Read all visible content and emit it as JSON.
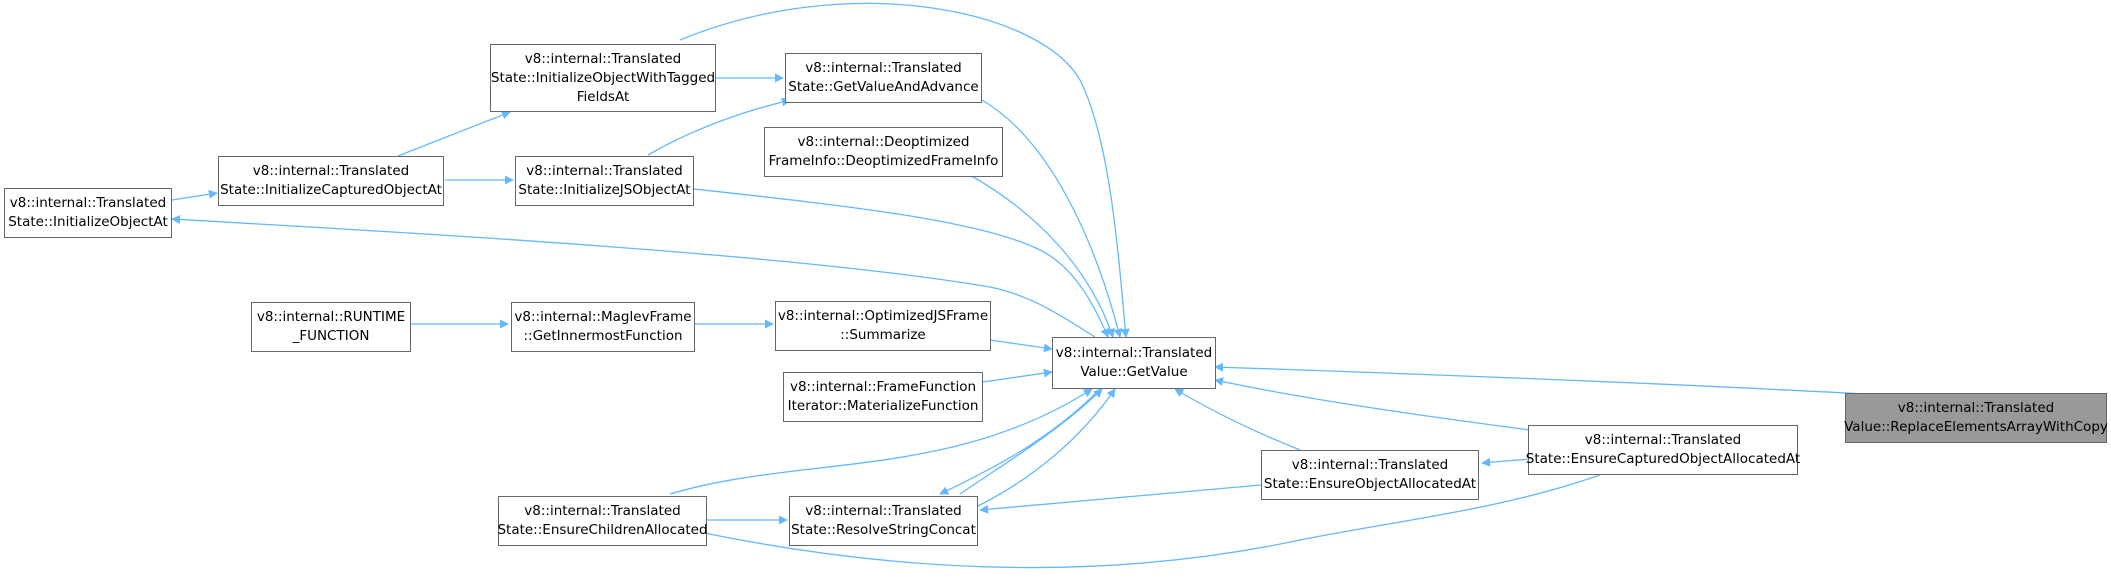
{
  "colors": {
    "edge": "#63b8ff",
    "node_border": "#666666",
    "current_fill": "#999999"
  },
  "nodes": {
    "replace": {
      "lines": [
        "v8::internal::Translated",
        "Value::ReplaceElementsArrayWithCopy"
      ]
    },
    "getvalue": {
      "lines": [
        "v8::internal::Translated",
        "Value::GetValue"
      ]
    },
    "ensure_captured": {
      "lines": [
        "v8::internal::Translated",
        "State::EnsureCapturedObjectAllocatedAt"
      ]
    },
    "ensure_object": {
      "lines": [
        "v8::internal::Translated",
        "State::EnsureObjectAllocatedAt"
      ]
    },
    "init_object_at": {
      "lines": [
        "v8::internal::Translated",
        "State::InitializeObjectAt"
      ]
    },
    "init_captured": {
      "lines": [
        "v8::internal::Translated",
        "State::InitializeCapturedObjectAt"
      ]
    },
    "init_tagged": {
      "lines": [
        "v8::internal::Translated",
        "State::InitializeObjectWithTagged",
        "FieldsAt"
      ]
    },
    "get_value_advance": {
      "lines": [
        "v8::internal::Translated",
        "State::GetValueAndAdvance"
      ]
    },
    "deopt": {
      "lines": [
        "v8::internal::Deoptimized",
        "FrameInfo::DeoptimizedFrameInfo"
      ]
    },
    "init_js": {
      "lines": [
        "v8::internal::Translated",
        "State::InitializeJSObjectAt"
      ]
    },
    "runtime": {
      "lines": [
        "v8::internal::RUNTIME",
        "_FUNCTION"
      ]
    },
    "maglev": {
      "lines": [
        "v8::internal::MaglevFrame",
        "::GetInnermostFunction"
      ]
    },
    "summarize": {
      "lines": [
        "v8::internal::OptimizedJSFrame",
        "::Summarize"
      ]
    },
    "materialize": {
      "lines": [
        "v8::internal::FrameFunction",
        "Iterator::MaterializeFunction"
      ]
    },
    "ensure_children": {
      "lines": [
        "v8::internal::Translated",
        "State::EnsureChildrenAllocated"
      ]
    },
    "resolve_concat": {
      "lines": [
        "v8::internal::Translated",
        "State::ResolveStringConcat"
      ]
    }
  }
}
